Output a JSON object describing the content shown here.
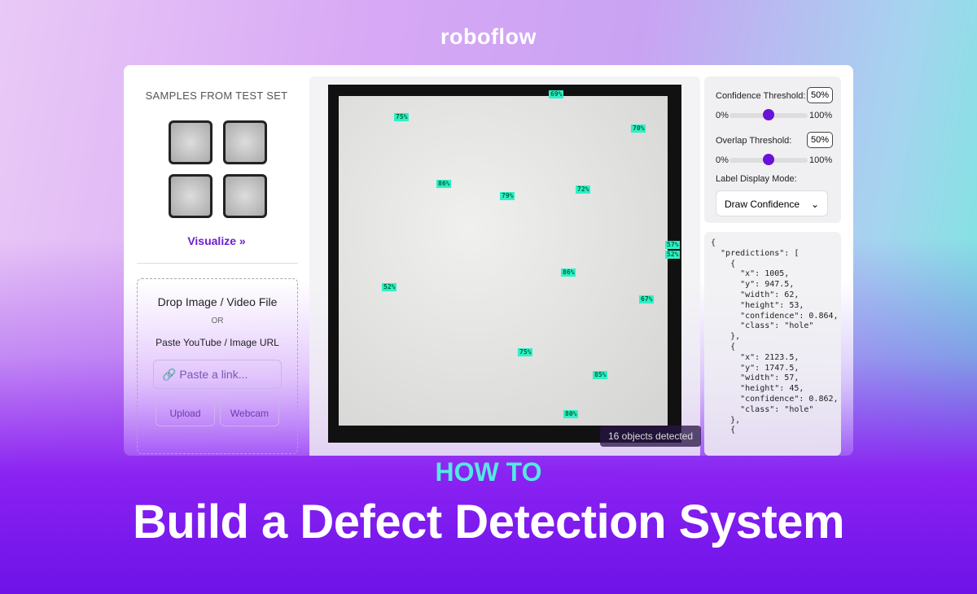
{
  "brand": "roboflow",
  "sidebar": {
    "samples_title": "SAMPLES FROM TEST SET",
    "visualize": "Visualize »",
    "drop": {
      "title": "Drop Image / Video File",
      "or": "OR",
      "paste_label": "Paste YouTube / Image URL",
      "link_placeholder": "Paste a link...",
      "upload": "Upload",
      "webcam": "Webcam"
    }
  },
  "viewer": {
    "detections": [
      "69%",
      "75%",
      "70%",
      "86%",
      "79%",
      "72%",
      "57%",
      "52%",
      "86%",
      "52%",
      "67%",
      "75%",
      "85%",
      "80%"
    ],
    "count": "16 objects detected",
    "label_color": "#2ef0c8"
  },
  "controls": {
    "confidence_label": "Confidence Threshold:",
    "confidence_value": "50%",
    "overlap_label": "Overlap Threshold:",
    "overlap_value": "50%",
    "min": "0%",
    "max": "100%",
    "confidence_level": 50,
    "overlap_level": 50,
    "mode_label": "Label Display Mode:",
    "mode_value": "Draw Confidence"
  },
  "json_output": "{\n  \"predictions\": [\n    {\n      \"x\": 1005,\n      \"y\": 947.5,\n      \"width\": 62,\n      \"height\": 53,\n      \"confidence\": 0.864,\n      \"class\": \"hole\"\n    },\n    {\n      \"x\": 2123.5,\n      \"y\": 1747.5,\n      \"width\": 57,\n      \"height\": 45,\n      \"confidence\": 0.862,\n      \"class\": \"hole\"\n    },\n    {",
  "headline": {
    "kicker": "HOW TO",
    "title": "Build a Defect Detection System"
  }
}
